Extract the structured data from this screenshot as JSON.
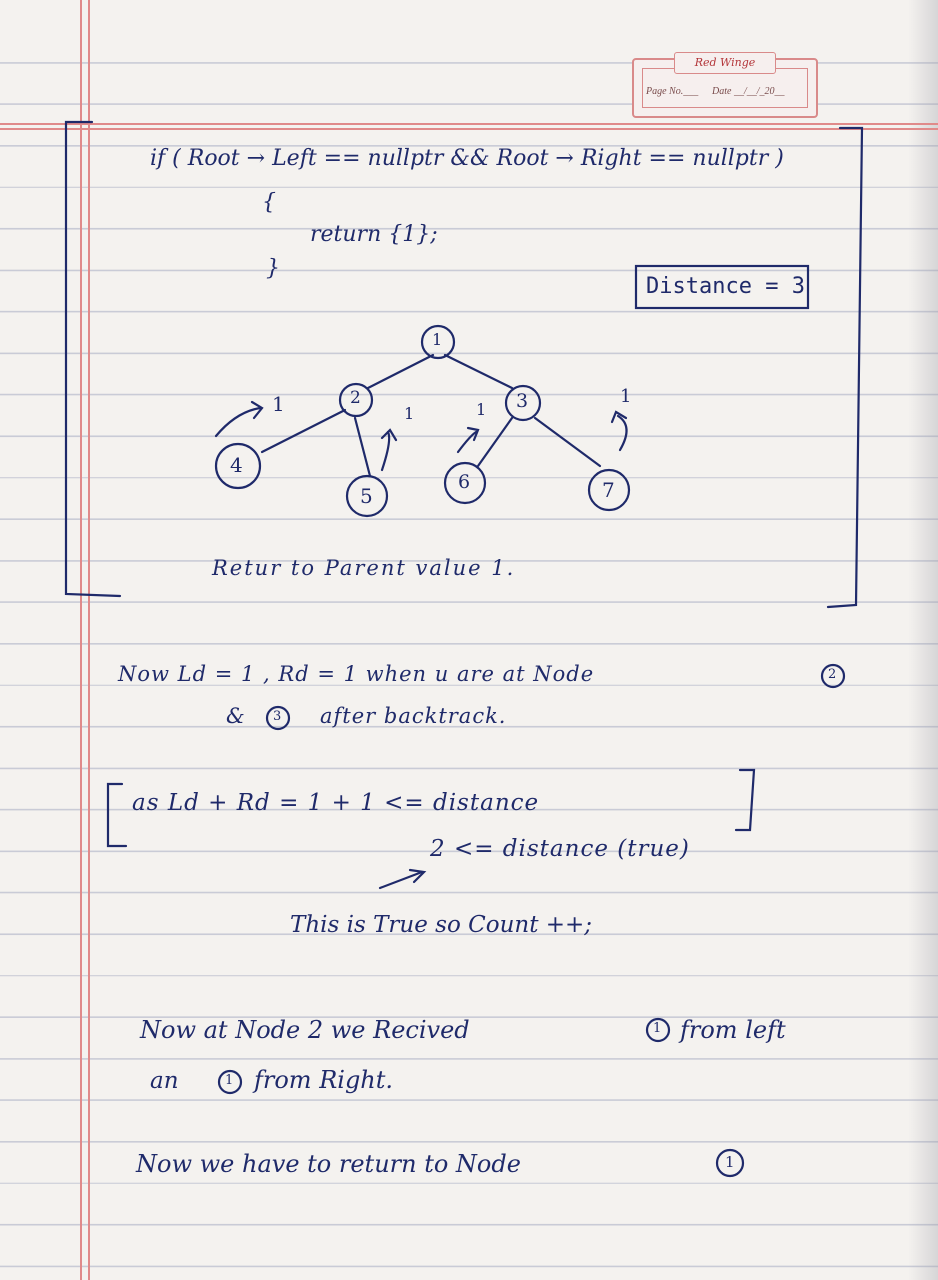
{
  "header": {
    "brand": "Red Winge",
    "page_label": "Page No.___",
    "date_label": "Date __/__/_20__"
  },
  "code": {
    "line1": "if ( Root → Left == nullptr && Root → Right == nullptr )",
    "open_brace": "{",
    "line2": "return {1};",
    "close_brace": "}"
  },
  "distance_box": "Distance = 3",
  "tree": {
    "nodes": [
      "1",
      "2",
      "3",
      "4",
      "5",
      "6",
      "7"
    ],
    "edge_labels": [
      "1",
      "1",
      "1",
      "1"
    ]
  },
  "return_note": "Retur to Parent value 1.",
  "explanation": {
    "line1": "Now  Ld = 1 , Rd = 1  when u are at  Node",
    "line1_circled": "2",
    "line2_amp": "&",
    "line2_circled": "3",
    "line2": "after  backtrack.",
    "condition": "as  Ld + Rd  =  1 + 1  <=  distance",
    "condition_result": "2 <= distance (true)",
    "true_line": "This is True so  Count ++;",
    "node2_line1": "Now at Node 2 we Recived",
    "node2_circ1": "1",
    "node2_line1b": "from left",
    "node2_line2a": "an",
    "node2_circ2": "1",
    "node2_line2b": "from Right.",
    "final_line": "Now we have to return to Node",
    "final_circled": "1"
  },
  "colors": {
    "ink": "#1f2a6a",
    "margin": "#e08a8a",
    "rule": "#c9cbd6",
    "paper": "#f4f2ef"
  }
}
